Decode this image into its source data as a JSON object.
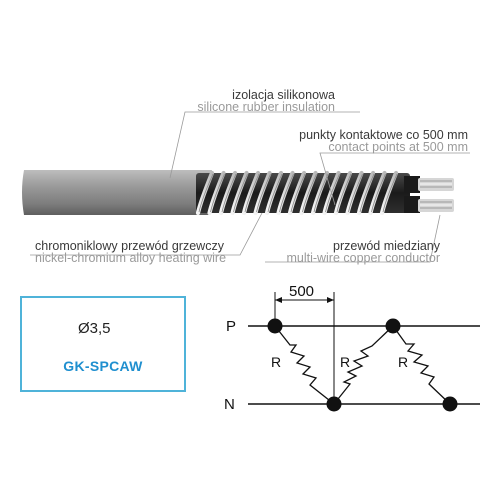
{
  "labels": {
    "insulation_pl": "izolacja silikonowa",
    "insulation_en": "silicone rubber insulation",
    "contact_pl": "punkty kontaktowe co 500 mm",
    "contact_en": "contact points at 500 mm",
    "heating_pl": "chromoniklowy przewód grzewczy",
    "heating_en": "nickel-chromium alloy heating wire",
    "copper_pl": "przewód miedziany",
    "copper_en": "multi-wire copper conductor"
  },
  "spec": {
    "diameter": "Ø3,5",
    "model": "GK-SPCAW"
  },
  "circuit": {
    "spacing": "500",
    "line_p": "P",
    "line_n": "N",
    "resistor": "R"
  },
  "colors": {
    "accent": "#1f8fcf",
    "box_border": "#4fb3d9",
    "jacket": "#8f8f8f",
    "coil": "#e6e6e6",
    "core": "#1c1c1c"
  }
}
